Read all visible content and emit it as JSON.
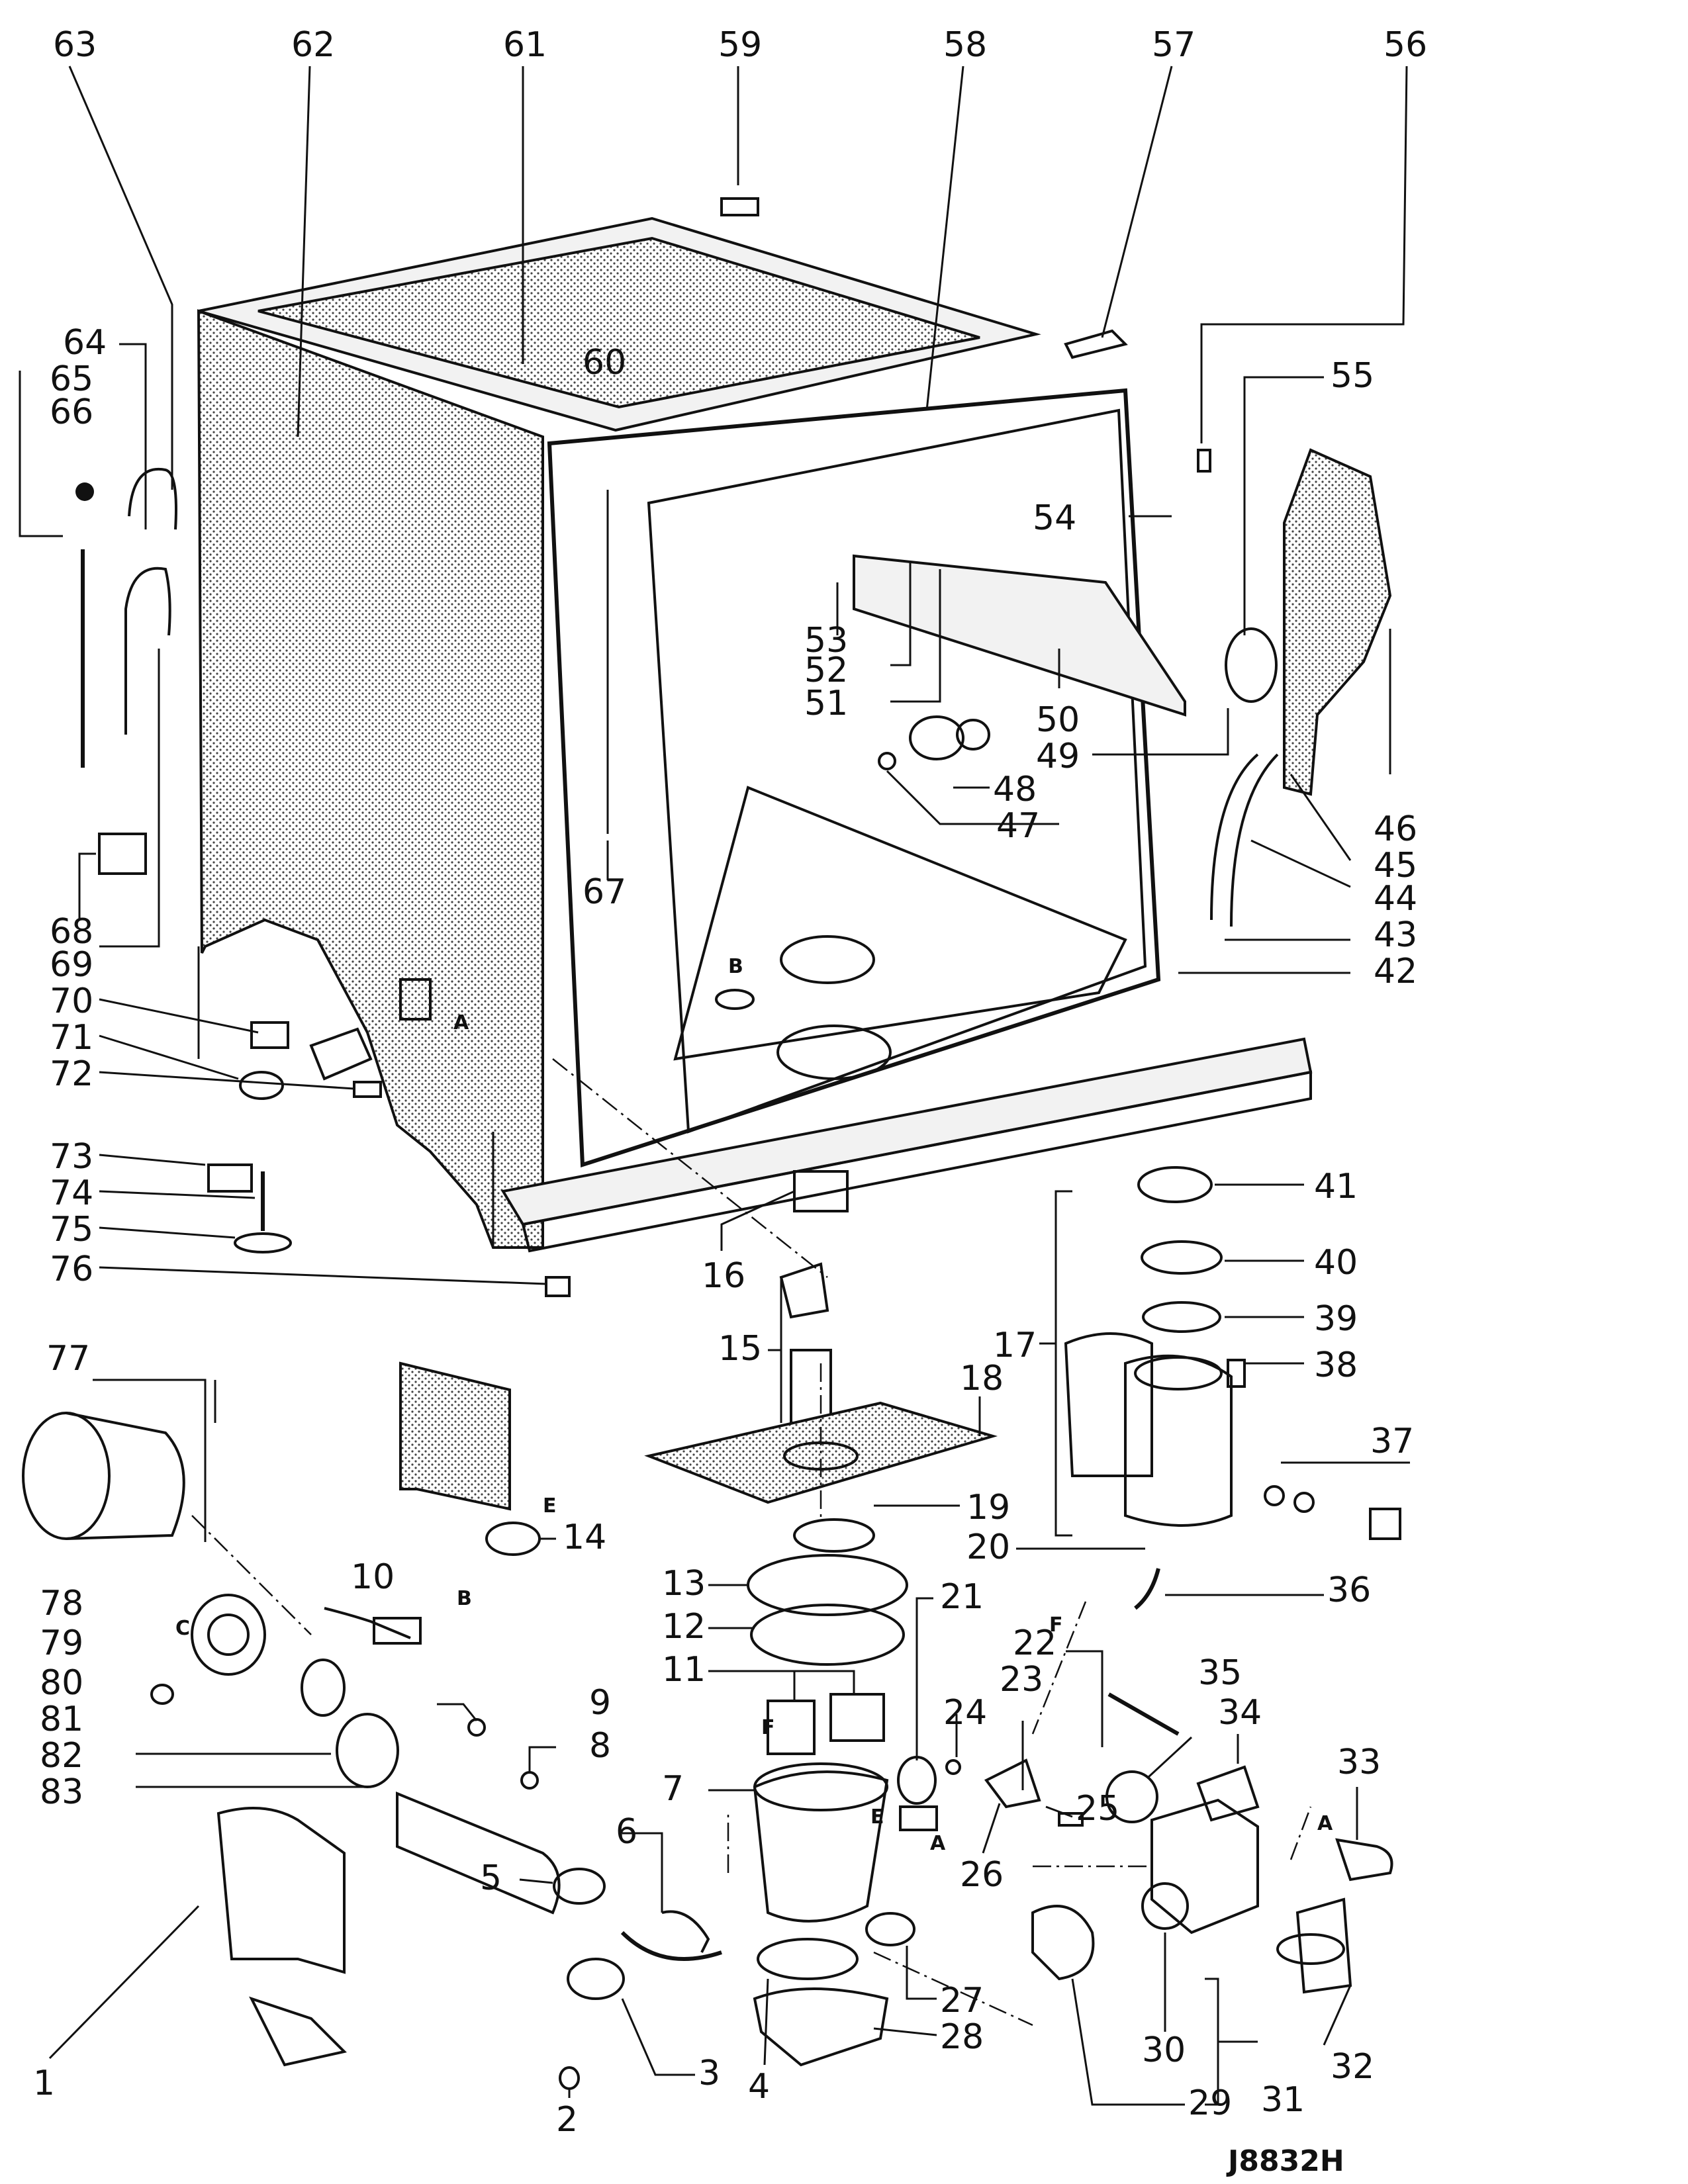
{
  "diagram_code": "J8832H",
  "reference_letters": [
    "A",
    "B",
    "C",
    "E",
    "F"
  ],
  "callouts": [
    {
      "id": "63",
      "label": "63"
    },
    {
      "id": "62",
      "label": "62"
    },
    {
      "id": "61",
      "label": "61"
    },
    {
      "id": "59",
      "label": "59"
    },
    {
      "id": "58",
      "label": "58"
    },
    {
      "id": "57",
      "label": "57"
    },
    {
      "id": "56",
      "label": "56"
    },
    {
      "id": "64",
      "label": "64"
    },
    {
      "id": "65",
      "label": "65"
    },
    {
      "id": "66",
      "label": "66"
    },
    {
      "id": "60",
      "label": "60"
    },
    {
      "id": "55",
      "label": "55"
    },
    {
      "id": "54",
      "label": "54"
    },
    {
      "id": "53",
      "label": "53"
    },
    {
      "id": "52",
      "label": "52"
    },
    {
      "id": "51",
      "label": "51"
    },
    {
      "id": "50",
      "label": "50"
    },
    {
      "id": "49",
      "label": "49"
    },
    {
      "id": "48",
      "label": "48"
    },
    {
      "id": "47",
      "label": "47"
    },
    {
      "id": "46",
      "label": "46"
    },
    {
      "id": "45",
      "label": "45"
    },
    {
      "id": "44",
      "label": "44"
    },
    {
      "id": "43",
      "label": "43"
    },
    {
      "id": "42",
      "label": "42"
    },
    {
      "id": "67",
      "label": "67"
    },
    {
      "id": "68",
      "label": "68"
    },
    {
      "id": "69",
      "label": "69"
    },
    {
      "id": "70",
      "label": "70"
    },
    {
      "id": "71",
      "label": "71"
    },
    {
      "id": "72",
      "label": "72"
    },
    {
      "id": "73",
      "label": "73"
    },
    {
      "id": "74",
      "label": "74"
    },
    {
      "id": "75",
      "label": "75"
    },
    {
      "id": "76",
      "label": "76"
    },
    {
      "id": "16",
      "label": "16"
    },
    {
      "id": "41",
      "label": "41"
    },
    {
      "id": "40",
      "label": "40"
    },
    {
      "id": "39",
      "label": "39"
    },
    {
      "id": "38",
      "label": "38"
    },
    {
      "id": "17",
      "label": "17"
    },
    {
      "id": "37",
      "label": "37"
    },
    {
      "id": "15",
      "label": "15"
    },
    {
      "id": "18",
      "label": "18"
    },
    {
      "id": "77",
      "label": "77"
    },
    {
      "id": "14",
      "label": "14"
    },
    {
      "id": "19",
      "label": "19"
    },
    {
      "id": "20",
      "label": "20"
    },
    {
      "id": "36",
      "label": "36"
    },
    {
      "id": "13",
      "label": "13"
    },
    {
      "id": "21",
      "label": "21"
    },
    {
      "id": "78",
      "label": "78"
    },
    {
      "id": "10",
      "label": "10"
    },
    {
      "id": "12",
      "label": "12"
    },
    {
      "id": "22",
      "label": "22"
    },
    {
      "id": "79",
      "label": "79"
    },
    {
      "id": "11",
      "label": "11"
    },
    {
      "id": "35",
      "label": "35"
    },
    {
      "id": "80",
      "label": "80"
    },
    {
      "id": "23",
      "label": "23"
    },
    {
      "id": "81",
      "label": "81"
    },
    {
      "id": "9",
      "label": "9"
    },
    {
      "id": "24",
      "label": "24"
    },
    {
      "id": "34",
      "label": "34"
    },
    {
      "id": "82",
      "label": "82"
    },
    {
      "id": "8",
      "label": "8"
    },
    {
      "id": "7",
      "label": "7"
    },
    {
      "id": "33",
      "label": "33"
    },
    {
      "id": "83",
      "label": "83"
    },
    {
      "id": "6",
      "label": "6"
    },
    {
      "id": "25",
      "label": "25"
    },
    {
      "id": "5",
      "label": "5"
    },
    {
      "id": "26",
      "label": "26"
    },
    {
      "id": "1",
      "label": "1"
    },
    {
      "id": "27",
      "label": "27"
    },
    {
      "id": "4",
      "label": "4"
    },
    {
      "id": "28",
      "label": "28"
    },
    {
      "id": "3",
      "label": "3"
    },
    {
      "id": "2",
      "label": "2"
    },
    {
      "id": "29",
      "label": "29"
    },
    {
      "id": "30",
      "label": "30"
    },
    {
      "id": "31",
      "label": "31"
    },
    {
      "id": "32",
      "label": "32"
    }
  ]
}
